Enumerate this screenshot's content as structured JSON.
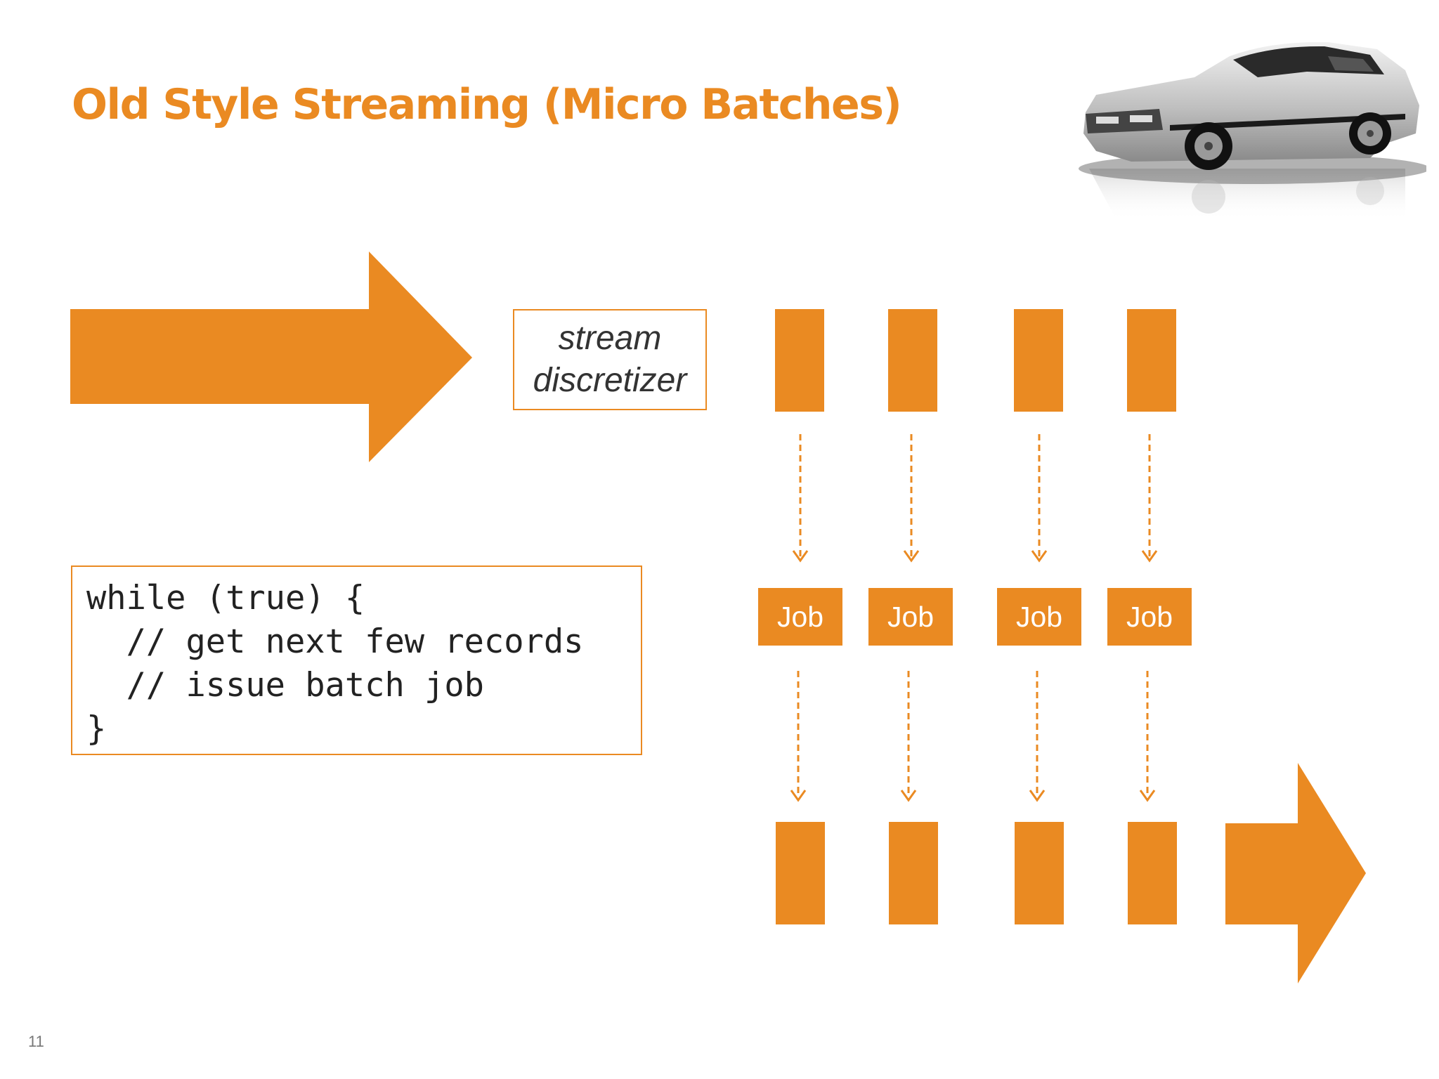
{
  "slide": {
    "title": "Old Style Streaming (Micro Batches)",
    "page_number": "11"
  },
  "discretizer": {
    "line1": "stream",
    "line2": "discretizer"
  },
  "jobs": [
    "Job",
    "Job",
    "Job",
    "Job"
  ],
  "code": {
    "lines": [
      "while (true) {",
      "  // get next few records",
      "  // issue batch job",
      "}"
    ]
  },
  "colors": {
    "accent": "#EA8A22",
    "text": "#333333"
  },
  "icons": {
    "car": "delorean-car-image",
    "input_arrow": "large-right-arrow",
    "output_arrow": "right-arrow"
  }
}
